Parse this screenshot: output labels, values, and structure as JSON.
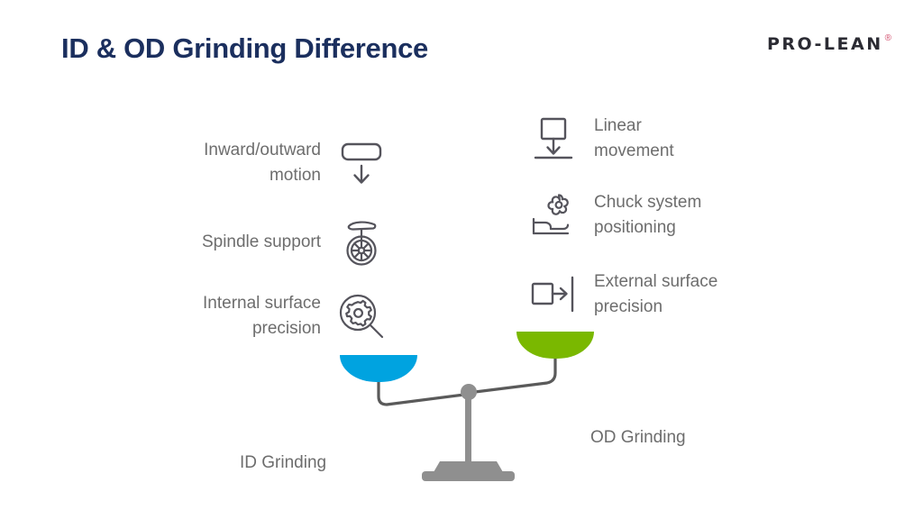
{
  "header": {
    "title": "ID & OD Grinding Difference",
    "logo_text": "PRO-LEAN",
    "logo_registered": "®"
  },
  "colors": {
    "title": "#1b2f5e",
    "label_text": "#6d6d6d",
    "icon_stroke": "#55545c",
    "pan_left": "#00a3e0",
    "pan_right": "#7ab800",
    "stand": "#8f8f8f",
    "beam": "#5a5a5a",
    "logo_registered": "#d14b6a"
  },
  "left_column": {
    "side_label": "ID Grinding",
    "features": [
      {
        "label": "Inward/outward\nmotion",
        "icon": "rounded-rect-down-arrow-icon"
      },
      {
        "label": "Spindle support",
        "icon": "unicycle-wheel-icon"
      },
      {
        "label": "Internal surface\nprecision",
        "icon": "magnifier-gear-icon"
      }
    ]
  },
  "right_column": {
    "side_label": "OD Grinding",
    "features": [
      {
        "label": "Linear\nmovement",
        "icon": "square-down-arrow-baseline-icon"
      },
      {
        "label": "Chuck system\npositioning",
        "icon": "gear-on-bed-icon"
      },
      {
        "label": "External surface\nprecision",
        "icon": "square-right-arrow-wall-icon"
      }
    ]
  },
  "balance": {
    "pivot_name": "balance-pivot",
    "left_pan_name": "balance-pan-id",
    "right_pan_name": "balance-pan-od"
  }
}
